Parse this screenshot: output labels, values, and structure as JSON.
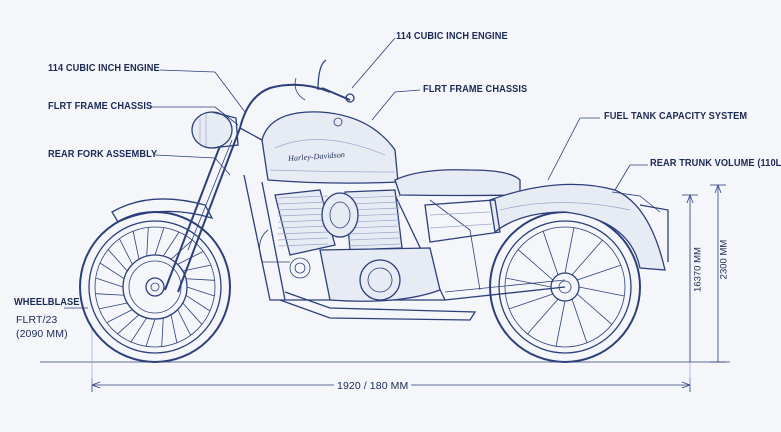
{
  "labels": {
    "engine_top": "114 CUBIC INCH ENGINE",
    "engine_left": "114 CUBIC INCH ENGINE",
    "frame_left": "FLRT FRAME CHASSIS",
    "frame_center": "FLRT FRAME CHASSIS",
    "rear_fork": "REAR FORK ASSEMBLY",
    "fuel_tank": "FUEL TANK CAPACITY SYSTEM",
    "rear_trunk": "REAR TRUNK VOLUME (110L",
    "wheelbase": "WHEELBLASE",
    "wheelbase_model": "FLRT/23",
    "wheelbase_value": "(2090 MM)",
    "length_dim": "1920 / 180 MM",
    "height_dim_inner": "16370 MM",
    "height_dim_outer": "2300 MM",
    "tank_logo": "Harley-Davidson"
  },
  "colors": {
    "line": "#2c3f7a",
    "text": "#1b2a55",
    "background": "#f4f6fa"
  }
}
